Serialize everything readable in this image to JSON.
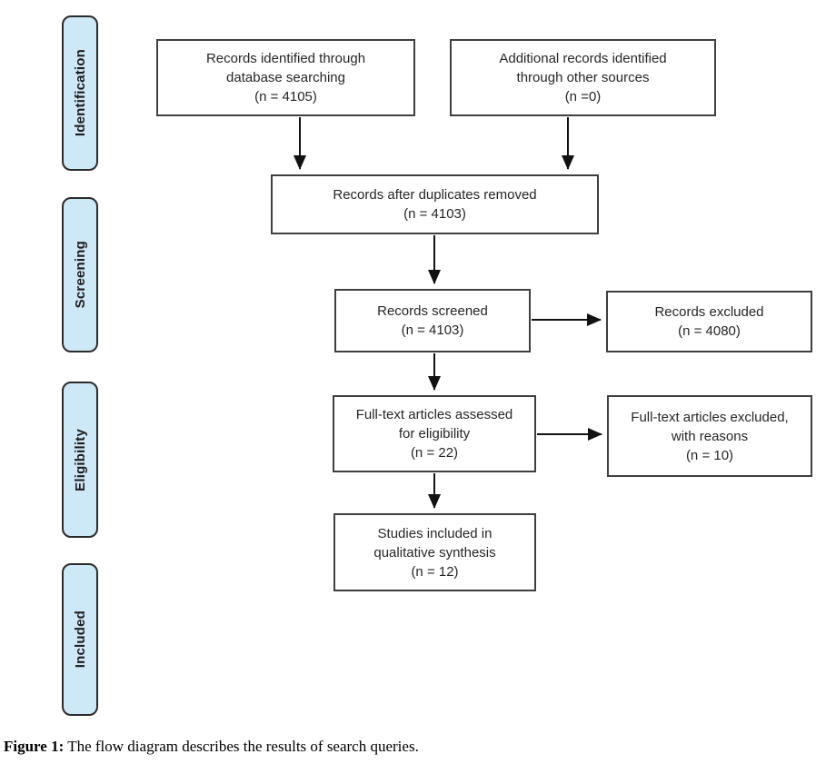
{
  "figure": {
    "caption_prefix": "Figure 1:",
    "caption_text": " The flow diagram describes the results of search queries."
  },
  "stages": [
    {
      "label": "Identification"
    },
    {
      "label": "Screening"
    },
    {
      "label": "Eligibility"
    },
    {
      "label": "Included"
    }
  ],
  "flow": {
    "boxes": [
      {
        "name": "records-identified",
        "lines": [
          "Records identified through",
          "database searching",
          "(n = 4105)"
        ]
      },
      {
        "name": "additional-records",
        "lines": [
          "Additional records identified",
          "through other sources",
          "(n =0)"
        ]
      },
      {
        "name": "duplicates-removed",
        "lines": [
          "Records after duplicates removed",
          "(n = 4103)"
        ]
      },
      {
        "name": "records-screened",
        "lines": [
          "Records screened",
          "(n = 4103)"
        ]
      },
      {
        "name": "records-excluded",
        "lines": [
          "Records excluded",
          "(n = 4080)"
        ]
      },
      {
        "name": "fulltext-assessed",
        "lines": [
          "Full-text articles assessed",
          "for eligibility",
          "(n = 22)"
        ]
      },
      {
        "name": "fulltext-excluded",
        "lines": [
          "Full-text articles excluded,",
          "with reasons",
          "(n = 10)"
        ]
      },
      {
        "name": "studies-included",
        "lines": [
          "Studies included in",
          "qualitative synthesis",
          "(n = 12)"
        ]
      }
    ]
  },
  "colors": {
    "stage_fill": "#cde8f7",
    "stage_border": "#2b2b2b",
    "box_border": "#3f3f3f",
    "arrow": "#111111",
    "text": "#262626"
  }
}
